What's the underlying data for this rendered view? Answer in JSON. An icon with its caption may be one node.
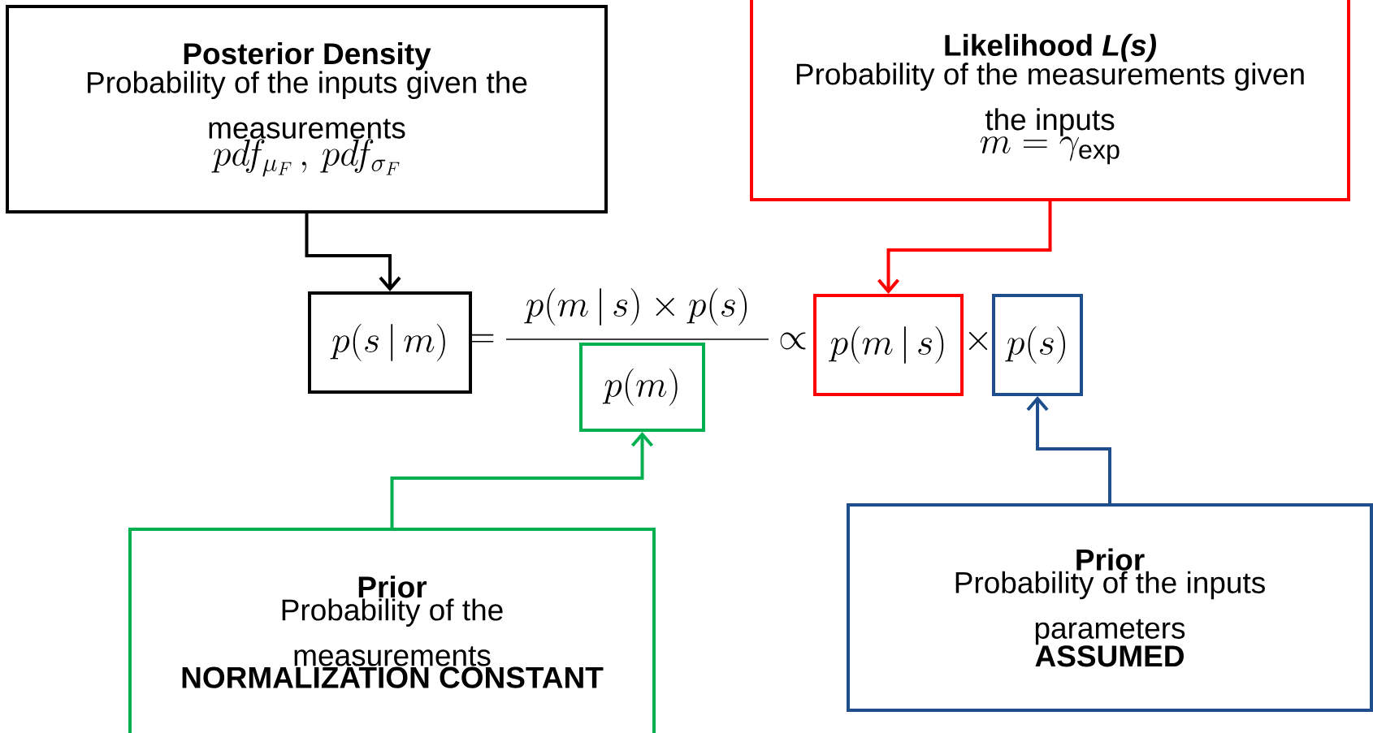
{
  "diagram": {
    "nodes": [
      {
        "text": [
          "Posterior Density",
          "Probability of the inputs given the measurements",
          "pdf_{\\mu_F}\\,,\\, pdf_{\\sigma_F}"
        ]
      },
      {
        "text": [
          "Likelihood *L(s)*",
          "Probability of the measurements given the inputs",
          "m=\\gamma_{\\mathrm{exp}}"
        ]
      },
      {
        "text": [
          "p(s\\,|\\,m)"
        ]
      },
      {
        "text": [
          "p(m)"
        ]
      },
      {
        "text": [
          "p(m\\,|\\,s)"
        ]
      },
      {
        "text": [
          "p(s)"
        ]
      },
      {
        "text": [
          "Prior",
          "Probability of the measurements",
          "NORMALIZATION CONSTANT"
        ]
      },
      {
        "text": [
          "Prior",
          "Probability of the inputs parameters",
          "ASSUMED"
        ]
      }
    ],
    "edges": [
      {
        "from": 0,
        "to": 2,
        "arrow": "to",
        "color": "#000000"
      },
      {
        "from": 1,
        "to": 4,
        "arrow": "to",
        "color": "#ff0000"
      },
      {
        "from": 6,
        "to": 3,
        "arrow": "to",
        "color": "#00b050"
      },
      {
        "from": 7,
        "to": 5,
        "arrow": "to",
        "color": "#1f4e8c"
      }
    ],
    "labels": [
      "=",
      "p(m\\,|\\,s)\\times p(s)",
      "\\propto",
      "\\times"
    ]
  }
}
